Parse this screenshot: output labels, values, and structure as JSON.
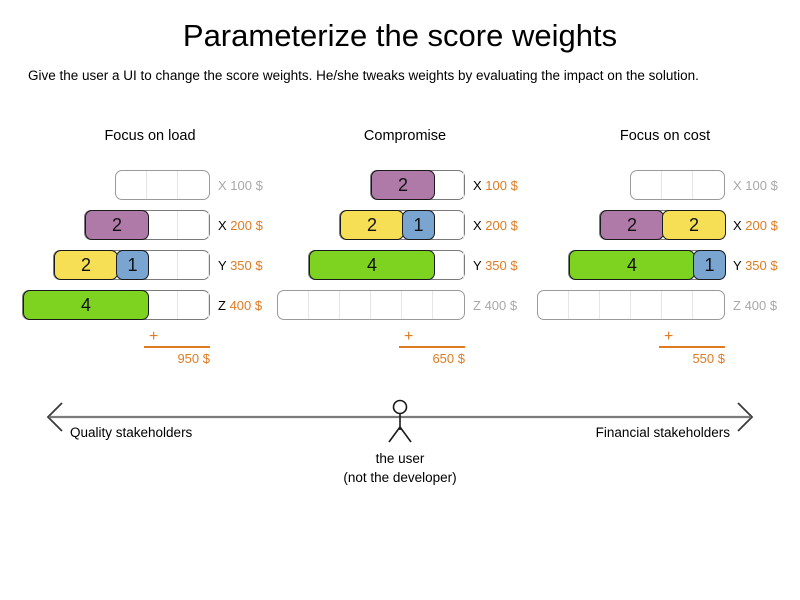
{
  "title": "Parameterize the score weights",
  "subtitle": "Give the user a UI to change the score weights. He/she tweaks weights by evaluating the impact on the solution.",
  "colors": {
    "purple": "#b07aa8",
    "yellow": "#f7df55",
    "blue": "#79a5d0",
    "green": "#7ed321",
    "accent_orange": "#e07b22",
    "muted_gray": "#a8a8a8"
  },
  "columns": [
    {
      "header": "Focus on load",
      "rows": [
        {
          "letter": "X",
          "amount": "100 $",
          "active": false,
          "cells": 3,
          "segments": []
        },
        {
          "letter": "X",
          "amount": "200 $",
          "active": true,
          "cells": 4,
          "segments": [
            {
              "value": "2",
              "units": 2,
              "color": "purple"
            }
          ]
        },
        {
          "letter": "Y",
          "amount": "350 $",
          "active": true,
          "cells": 5,
          "segments": [
            {
              "value": "2",
              "units": 2,
              "color": "yellow"
            },
            {
              "value": "1",
              "units": 1,
              "color": "blue"
            }
          ]
        },
        {
          "letter": "Z",
          "amount": "400 $",
          "active": true,
          "cells": 6,
          "segments": [
            {
              "value": "4",
              "units": 4,
              "color": "green"
            }
          ]
        }
      ],
      "sum_symbol": "+",
      "total": "950 $"
    },
    {
      "header": "Compromise",
      "rows": [
        {
          "letter": "X",
          "amount": "100 $",
          "active": true,
          "cells": 3,
          "segments": [
            {
              "value": "2",
              "units": 2,
              "color": "purple"
            }
          ]
        },
        {
          "letter": "X",
          "amount": "200 $",
          "active": true,
          "cells": 4,
          "segments": [
            {
              "value": "2",
              "units": 2,
              "color": "yellow"
            },
            {
              "value": "1",
              "units": 1,
              "color": "blue"
            }
          ]
        },
        {
          "letter": "Y",
          "amount": "350 $",
          "active": true,
          "cells": 5,
          "segments": [
            {
              "value": "4",
              "units": 4,
              "color": "green"
            }
          ]
        },
        {
          "letter": "Z",
          "amount": "400 $",
          "active": false,
          "cells": 6,
          "segments": []
        }
      ],
      "sum_symbol": "+",
      "total": "650 $"
    },
    {
      "header": "Focus on cost",
      "rows": [
        {
          "letter": "X",
          "amount": "100 $",
          "active": false,
          "cells": 3,
          "segments": []
        },
        {
          "letter": "X",
          "amount": "200 $",
          "active": true,
          "cells": 4,
          "segments": [
            {
              "value": "2",
              "units": 2,
              "color": "purple"
            },
            {
              "value": "2",
              "units": 2,
              "color": "yellow"
            }
          ]
        },
        {
          "letter": "Y",
          "amount": "350 $",
          "active": true,
          "cells": 5,
          "segments": [
            {
              "value": "4",
              "units": 4,
              "color": "green"
            },
            {
              "value": "1",
              "units": 1,
              "color": "blue"
            }
          ]
        },
        {
          "letter": "Z",
          "amount": "400 $",
          "active": false,
          "cells": 6,
          "segments": []
        }
      ],
      "sum_symbol": "+",
      "total": "550 $"
    }
  ],
  "axis": {
    "left_label": "Quality stakeholders",
    "right_label": "Financial stakeholders",
    "user_line_1": "the user",
    "user_line_2": "(not the developer)",
    "line_color": "#7a7a7a"
  }
}
